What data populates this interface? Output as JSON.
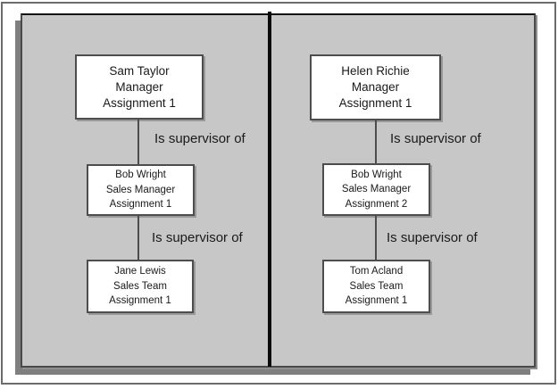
{
  "colors": {
    "panel_background": "#c7c7c7",
    "panel_shadow": "#7f7f7f",
    "box_background": "#ffffff",
    "box_border": "#4d4d4d",
    "divider": "#0b0b0b",
    "text": "#1a1a1a",
    "frame_border": "#6c6c6c"
  },
  "diagram": {
    "left_tree": {
      "nodes": [
        {
          "name": "Sam Taylor",
          "role": "Manager",
          "assignment": "Assignment 1"
        },
        {
          "name": "Bob Wright",
          "role": "Sales Manager",
          "assignment": "Assignment 1"
        },
        {
          "name": "Jane Lewis",
          "role": "Sales Team",
          "assignment": "Assignment 1"
        }
      ],
      "edges": [
        {
          "label": "Is supervisor of"
        },
        {
          "label": "Is supervisor of"
        }
      ]
    },
    "right_tree": {
      "nodes": [
        {
          "name": "Helen Richie",
          "role": "Manager",
          "assignment": "Assignment 1"
        },
        {
          "name": "Bob Wright",
          "role": "Sales Manager",
          "assignment": "Assignment 2"
        },
        {
          "name": "Tom Acland",
          "role": "Sales Team",
          "assignment": "Assignment 1"
        }
      ],
      "edges": [
        {
          "label": "Is supervisor of"
        },
        {
          "label": "Is supervisor of"
        }
      ]
    }
  }
}
